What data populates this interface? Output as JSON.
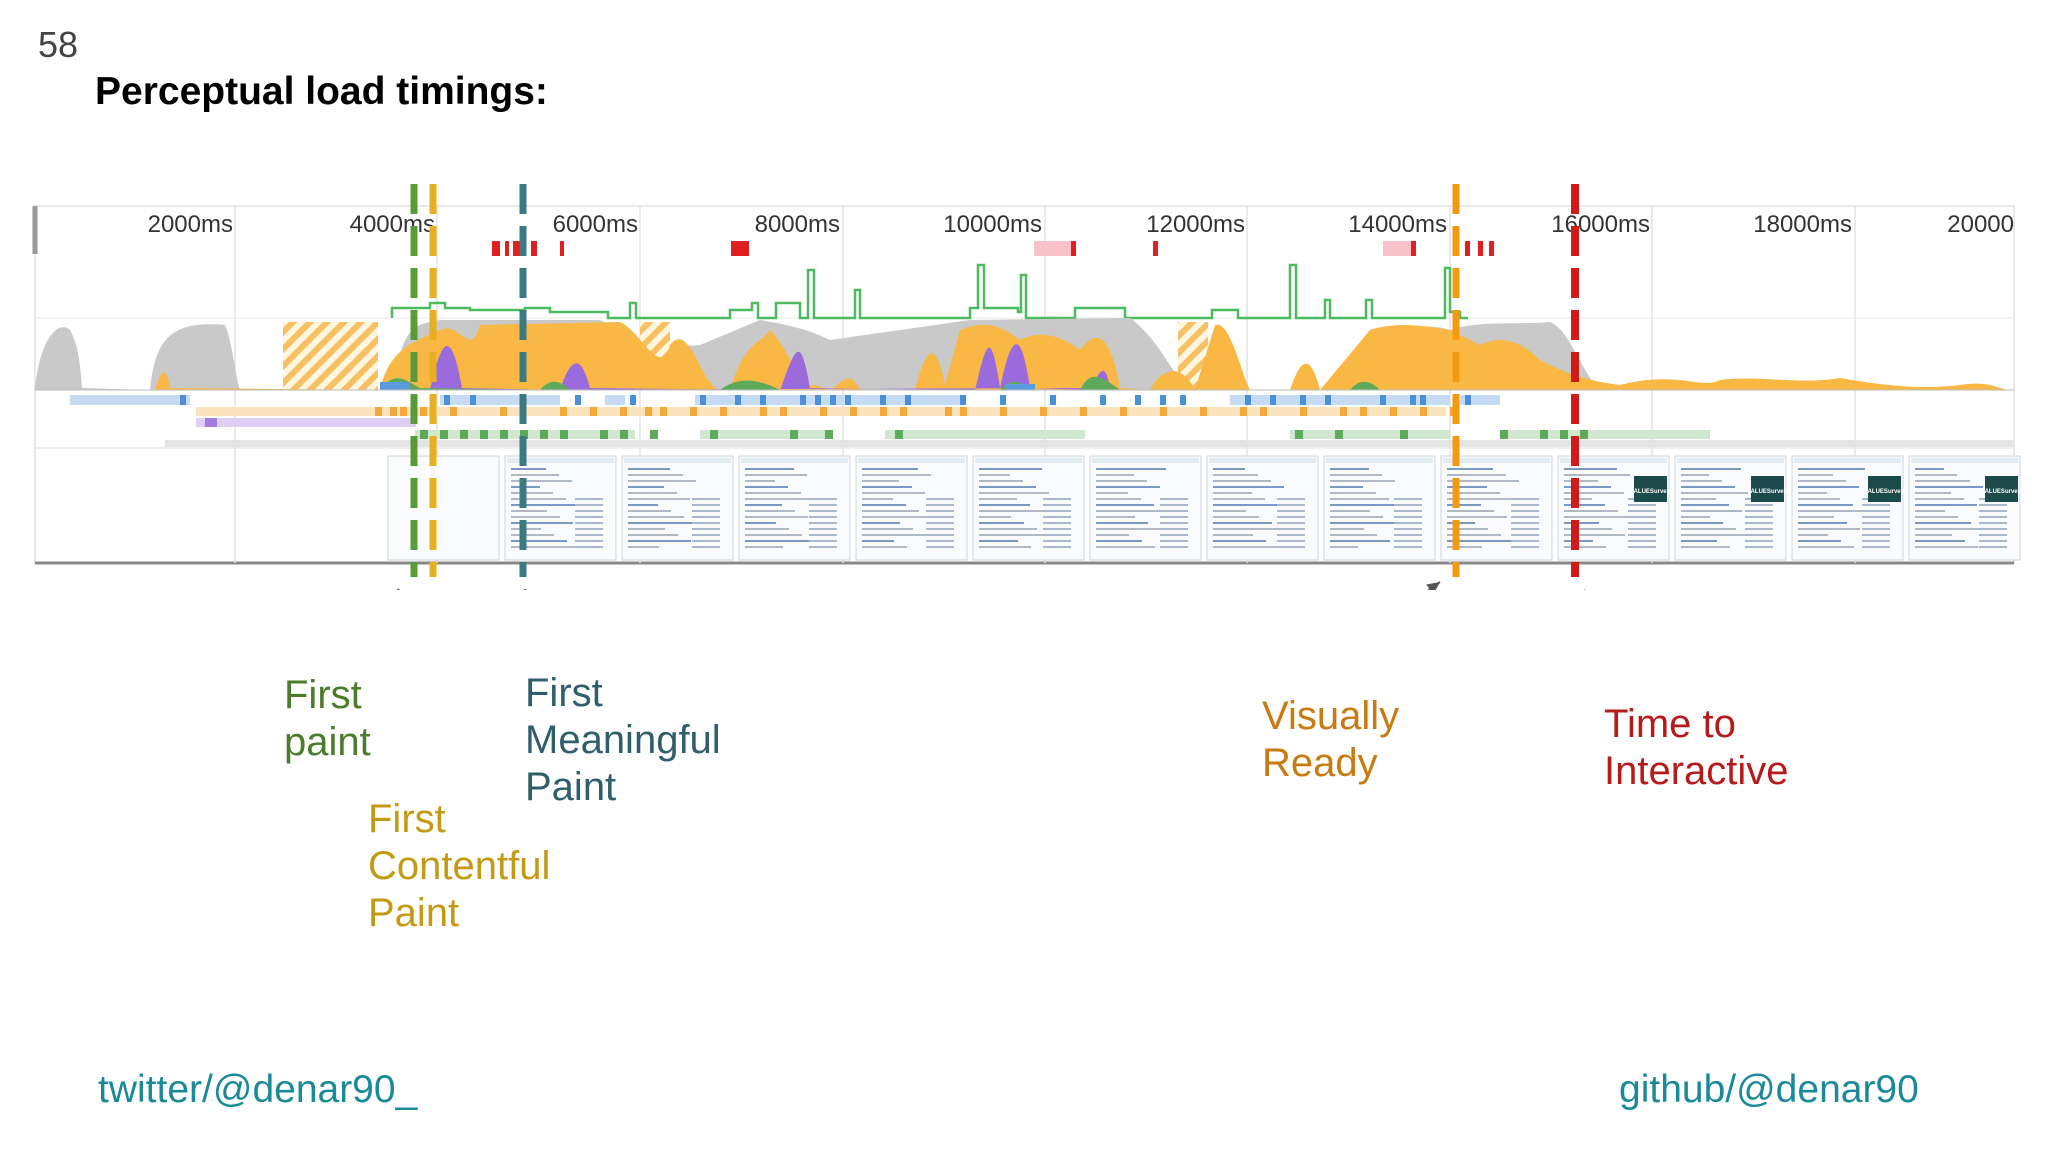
{
  "slide": {
    "number": "58",
    "title": "Perceptual load timings:"
  },
  "timeline": {
    "unit_labels": [
      "2000ms",
      "4000ms",
      "6000ms",
      "8000ms",
      "10000ms",
      "12000ms",
      "14000ms",
      "16000ms",
      "18000ms",
      "20000"
    ],
    "thumbnail_brand": "VALUESurvey"
  },
  "markers": [
    {
      "id": "first-paint",
      "label": "First\npaint",
      "color": "#5a9a3a",
      "text_color": "#4a7c2a"
    },
    {
      "id": "first-contentful-paint",
      "label": "First\nContentful\nPaint",
      "color": "#e8b020",
      "text_color": "#c49a14"
    },
    {
      "id": "first-meaningful-paint",
      "label": "First\nMeaningful\nPaint",
      "color": "#3b7a80",
      "text_color": "#2f5f6b"
    },
    {
      "id": "visually-ready",
      "label": "Visually\nReady",
      "color": "#f39a12",
      "text_color": "#c97a10"
    },
    {
      "id": "time-to-interactive",
      "label": "Time to\nInteractive",
      "color": "#d21a1a",
      "text_color": "#b51b1b"
    }
  ],
  "footer": {
    "twitter": "twitter/@denar90_",
    "github": "github/@denar90"
  }
}
